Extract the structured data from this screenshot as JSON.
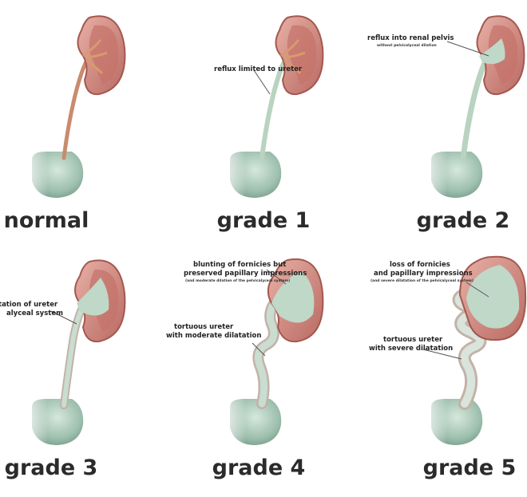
{
  "panels": [
    {
      "title": "normal"
    },
    {
      "title": "grade 1",
      "annotation": {
        "main": "reflux limited to ureter"
      }
    },
    {
      "title": "grade 2",
      "annotation": {
        "main": "reflux into renal pelvis",
        "sub": "without pelvicalyceal dilation"
      }
    },
    {
      "title": "grade 3",
      "annotation": {
        "main_lines": [
          "tation of ureter",
          "alyceal system"
        ]
      }
    },
    {
      "title": "grade 4",
      "annotation": {
        "main_lines": [
          "blunting of fornicies but",
          "preserved papillary impressions"
        ],
        "sub": "(and moderate dilation of the pelvicalyceal system)"
      },
      "annotation2": {
        "main_lines": [
          "tortuous ureter",
          "with moderate dilatation"
        ]
      }
    },
    {
      "title": "grade 5",
      "annotation": {
        "main_lines": [
          "loss of fornicies",
          "and papillary impressions"
        ],
        "sub": "(and severe dilatation of the pelvicalyceal system)"
      },
      "annotation2": {
        "main_lines": [
          "tortuous ureter",
          "with severe dilatation"
        ]
      }
    }
  ],
  "colors": {
    "kidney_outer": "#c97f7a",
    "kidney_cortex": "#e2a79e",
    "kidney_medulla": "#b85a52",
    "ureter_normal": "#c98b6e",
    "urine": "#bfd8c8",
    "bladder": "#a9c9b8",
    "leader": "#555555"
  }
}
